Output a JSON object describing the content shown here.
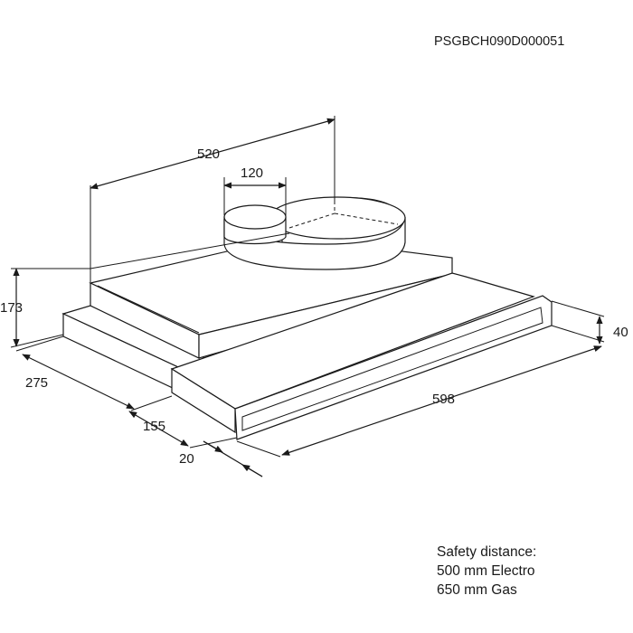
{
  "product_code": "PSGBCH090D000051",
  "dimensions": {
    "total_width": "520",
    "duct_diameter": "120",
    "height": "173",
    "depth": "275",
    "extension": "155",
    "front_offset": "20",
    "front_width": "598",
    "front_height": "40"
  },
  "safety_note": {
    "line1": "Safety distance:",
    "line2": "500 mm Electro",
    "line3": "650 mm Gas"
  }
}
